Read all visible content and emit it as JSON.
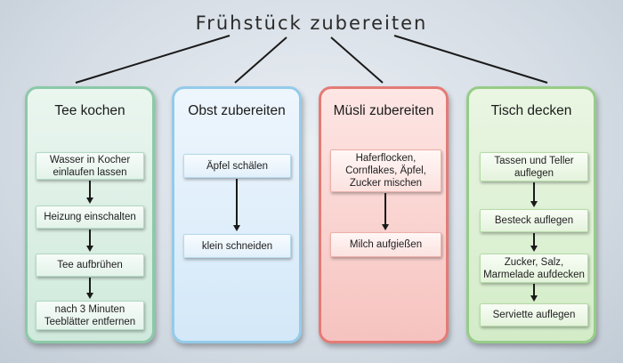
{
  "title": "Frühstück zubereiten",
  "columns": [
    {
      "title": "Tee kochen",
      "color": "#8cc9a8",
      "steps": [
        "Wasser in Kocher einlaufen lassen",
        "Heizung einschalten",
        "Tee aufbrühen",
        "nach 3 Minuten Teeblätter entfernen"
      ]
    },
    {
      "title": "Obst zubereiten",
      "color": "#94cbea",
      "steps": [
        "Äpfel schälen",
        "klein schneiden"
      ]
    },
    {
      "title": "Müsli zubereiten",
      "color": "#e47b76",
      "steps": [
        "Haferflocken, Cornflakes, Äpfel, Zucker mischen",
        "Milch aufgießen"
      ]
    },
    {
      "title": "Tisch decken",
      "color": "#96cc88",
      "steps": [
        "Tassen und Teller auflegen",
        "Besteck auflegen",
        "Zucker, Salz, Marmelade aufdecken",
        "Serviette auflegen"
      ]
    }
  ]
}
